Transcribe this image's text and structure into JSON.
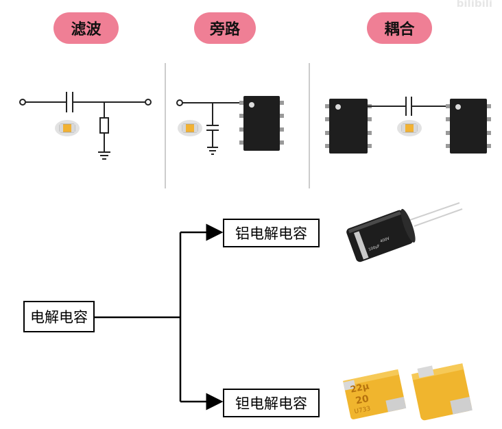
{
  "watermark": "bilibili",
  "sections": {
    "filter_label": "滤波",
    "bypass_label": "旁路",
    "coupling_label": "耦合"
  },
  "tree": {
    "root_label": "电解电容",
    "branch_top_label": "铝电解电容",
    "branch_bottom_label": "钽电解电容"
  },
  "component_text": {
    "aluminum_cap_value": "100µF",
    "aluminum_cap_voltage": "400V",
    "tantalum_cap_value": "22µ",
    "tantalum_cap_voltage": "20",
    "tantalum_cap_code": "U733"
  },
  "colors": {
    "pill": "#ef7f95",
    "chip": "#1e1e1e",
    "tantalum": "#f0b52e",
    "smd_cap": "#f2b233"
  }
}
